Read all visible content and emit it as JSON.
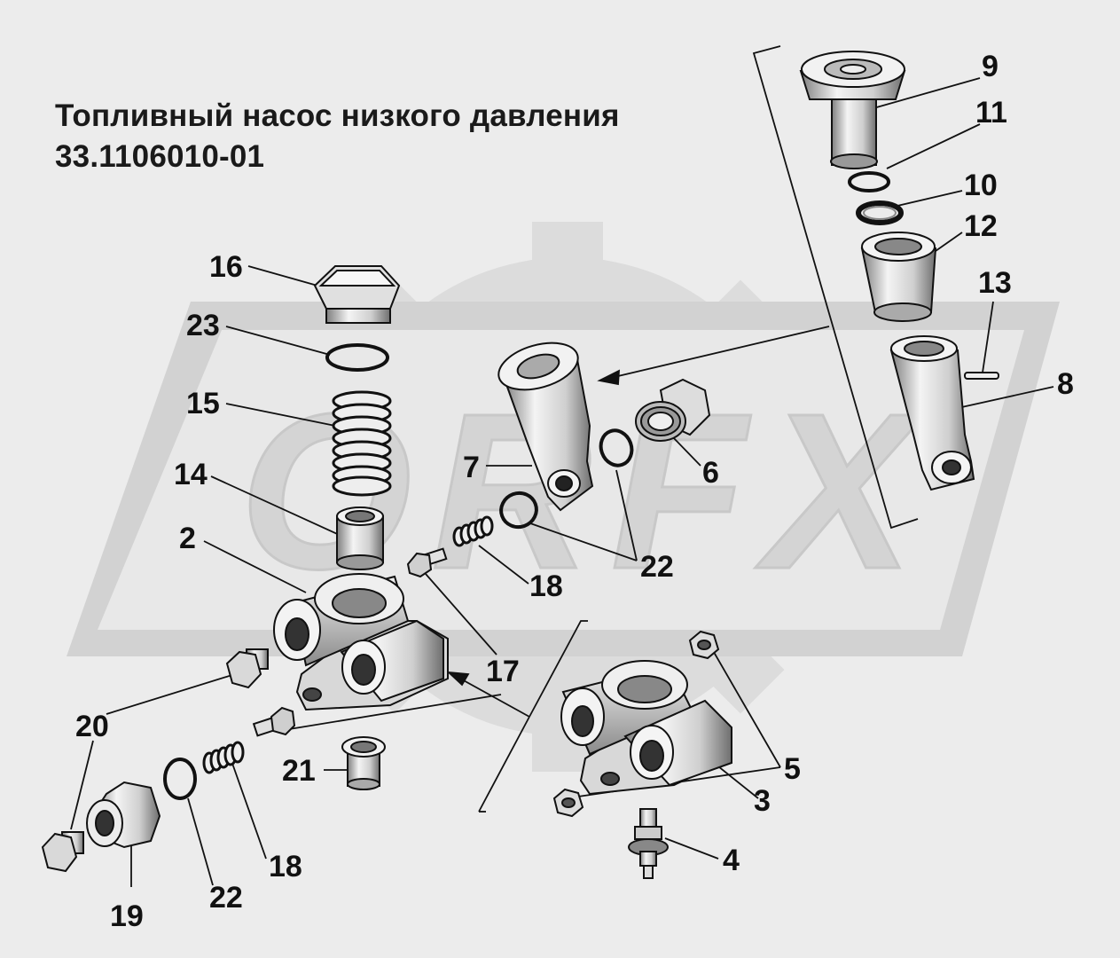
{
  "title": {
    "line1": "Топливный насос низкого давления",
    "line2": "33.1106010-01"
  },
  "watermark": {
    "text": "ORFX",
    "color": "#d7d7d7"
  },
  "colors": {
    "background": "#ececec",
    "ink": "#111111",
    "part_fill": "#f4f4f4",
    "part_shade": "#9a9a9a"
  },
  "callouts": [
    {
      "id": "c9",
      "label": "9"
    },
    {
      "id": "c11",
      "label": "11"
    },
    {
      "id": "c10",
      "label": "10"
    },
    {
      "id": "c12",
      "label": "12"
    },
    {
      "id": "c13",
      "label": "13"
    },
    {
      "id": "c8",
      "label": "8"
    },
    {
      "id": "c16",
      "label": "16"
    },
    {
      "id": "c23",
      "label": "23"
    },
    {
      "id": "c15",
      "label": "15"
    },
    {
      "id": "c14",
      "label": "14"
    },
    {
      "id": "c7",
      "label": "7"
    },
    {
      "id": "c6",
      "label": "6"
    },
    {
      "id": "c2",
      "label": "2"
    },
    {
      "id": "c22a",
      "label": "22"
    },
    {
      "id": "c18a",
      "label": "18"
    },
    {
      "id": "c17",
      "label": "17"
    },
    {
      "id": "c20",
      "label": "20"
    },
    {
      "id": "c5",
      "label": "5"
    },
    {
      "id": "c21",
      "label": "21"
    },
    {
      "id": "c3",
      "label": "3"
    },
    {
      "id": "c4",
      "label": "4"
    },
    {
      "id": "c18b",
      "label": "18"
    },
    {
      "id": "c19",
      "label": "19"
    },
    {
      "id": "c22b",
      "label": "22"
    }
  ]
}
